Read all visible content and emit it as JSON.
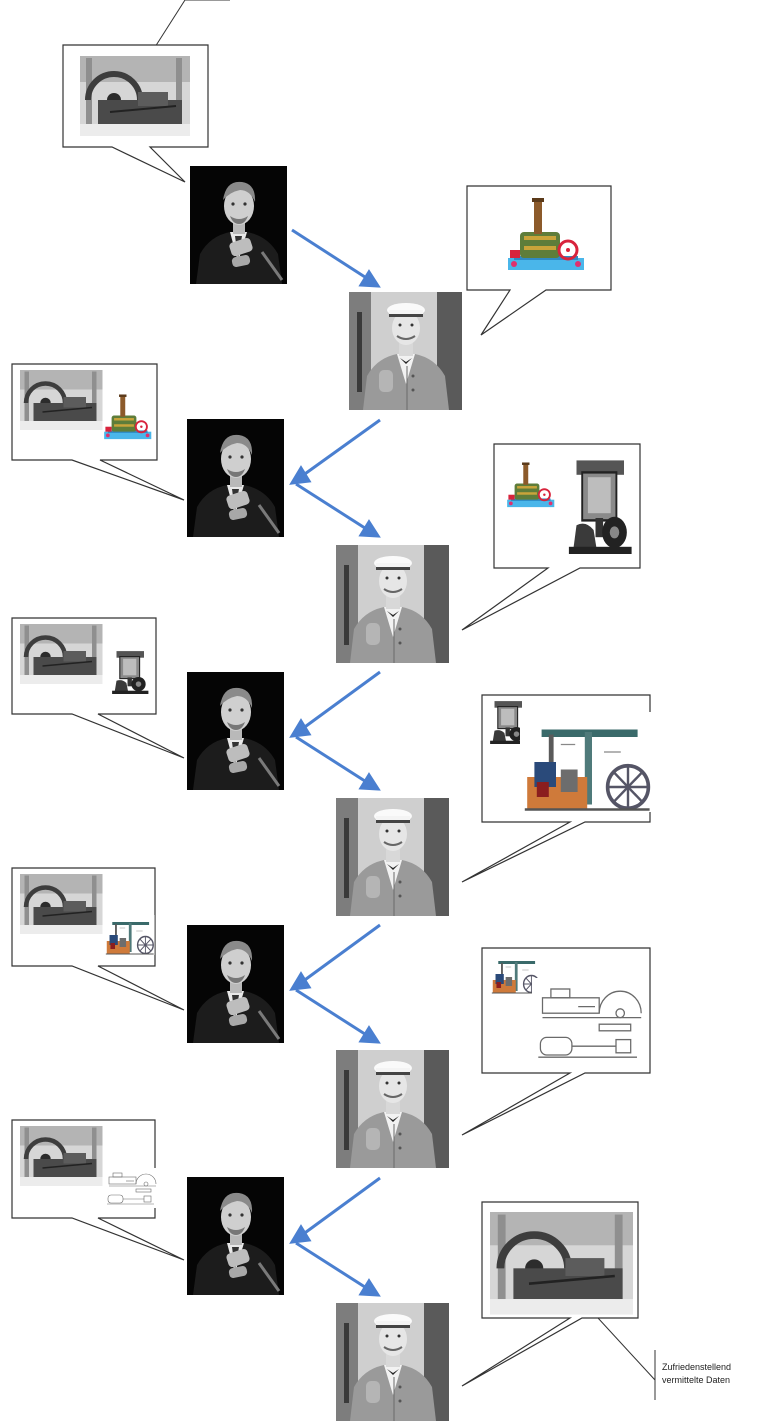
{
  "diagram": {
    "final_note_line1": "Zufriedenstellend",
    "final_note_line2": "vermittelte Daten",
    "colors": {
      "arrow": "#4a7fd0",
      "bubble_border": "#333333",
      "portrait_dark_bg": "#050505",
      "portrait_light_bg": "#cfcfcf"
    },
    "sender_portrait_icon": "man-portrait-dark-bg",
    "receiver_portrait_icon": "man-portrait-white-cap",
    "rows": [
      {
        "sender_bubble_content": [
          "steam-engine-photo-icon"
        ],
        "receiver_bubble_content": [
          "toy-steam-engine-icon"
        ]
      },
      {
        "sender_bubble_content": [
          "steam-engine-photo-icon",
          "toy-steam-engine-icon"
        ],
        "receiver_bubble_content": [
          "toy-steam-engine-icon",
          "vertical-engine-icon"
        ]
      },
      {
        "sender_bubble_content": [
          "steam-engine-photo-icon",
          "vertical-engine-icon"
        ],
        "receiver_bubble_content": [
          "vertical-engine-icon",
          "beam-engine-drawing-icon"
        ]
      },
      {
        "sender_bubble_content": [
          "steam-engine-photo-icon",
          "beam-engine-drawing-icon"
        ],
        "receiver_bubble_content": [
          "beam-engine-drawing-icon",
          "engine-schematic-icon"
        ]
      },
      {
        "sender_bubble_content": [
          "steam-engine-photo-icon",
          "engine-schematic-icon"
        ],
        "receiver_bubble_content": [
          "steam-engine-photo-icon"
        ]
      }
    ]
  }
}
